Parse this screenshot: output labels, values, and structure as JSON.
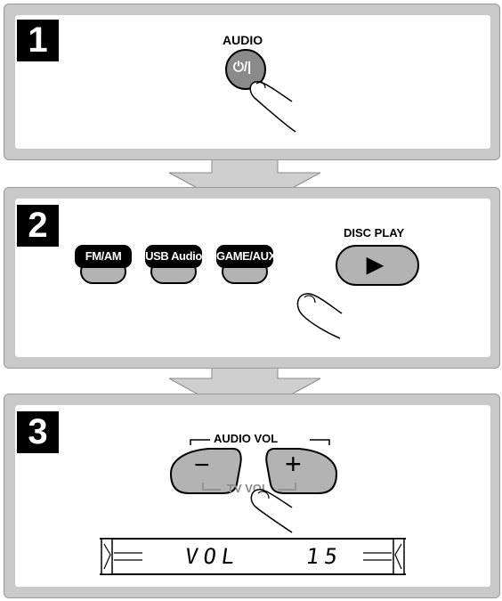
{
  "steps": [
    {
      "number": "1",
      "power_label": "AUDIO",
      "power_symbol": "⏻/|"
    },
    {
      "number": "2",
      "source_buttons": [
        "FM/AM",
        "USB Audio",
        "GAME/AUX"
      ],
      "disc_label": "DISC PLAY",
      "disc_symbol": "▶"
    },
    {
      "number": "3",
      "audio_vol_label": "AUDIO VOL",
      "minus_symbol": "−",
      "plus_symbol": "+",
      "tv_vol_label": "TV VOL",
      "display_text_left": "VOL",
      "display_text_right": "15"
    }
  ],
  "colors": {
    "panel_frame": "#c9c9c9",
    "arrow": "#cfcfcf",
    "button_grey": "#b3b3b3",
    "power_button": "#8a8a8a"
  }
}
